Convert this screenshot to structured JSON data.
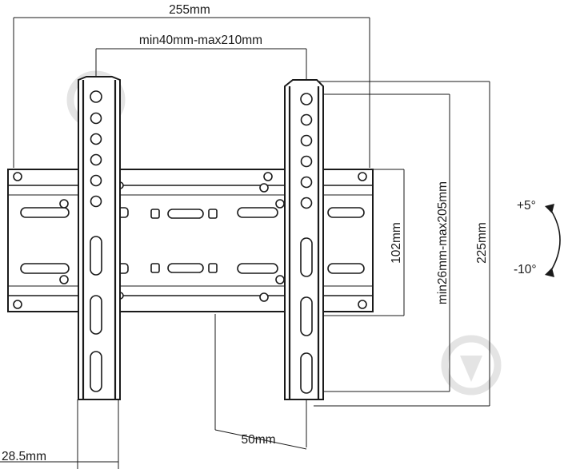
{
  "dimensions": {
    "overall_width": "255mm",
    "horizontal_spacing": "min40mm-max210mm",
    "vertical_spacing": "min26mm-max205mm",
    "inner_height": "102mm",
    "overall_height": "225mm",
    "depth": "50mm",
    "profile": "28.5mm"
  },
  "tilt": {
    "up": "+5°",
    "down": "-10°"
  },
  "colors": {
    "line": "#1a1a1a",
    "background": "#ffffff",
    "watermark": "#e4e4e4"
  }
}
